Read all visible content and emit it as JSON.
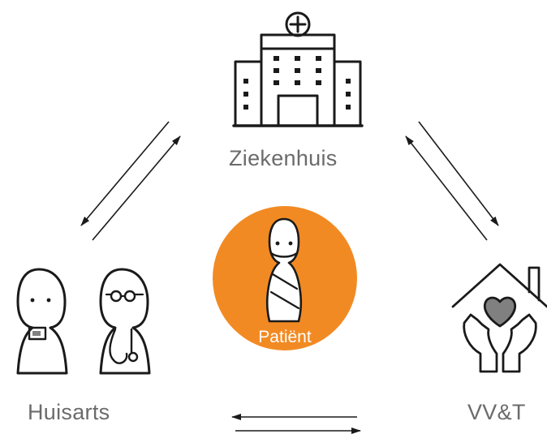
{
  "nodes": {
    "hospital": "Ziekenhuis",
    "general_practitioner": "Huisarts",
    "patient": "Patiënt",
    "nursing_care": "VV&T"
  },
  "icons": {
    "hospital": "hospital-building-icon",
    "general_practitioner": "doctors-icon",
    "patient": "patient-figure-icon",
    "nursing_care": "house-hands-heart-icon"
  },
  "colors": {
    "patient_circle": "#F28A23",
    "heart": "#808080",
    "ink": "#1a1a1a",
    "label": "#6b6b6b"
  }
}
